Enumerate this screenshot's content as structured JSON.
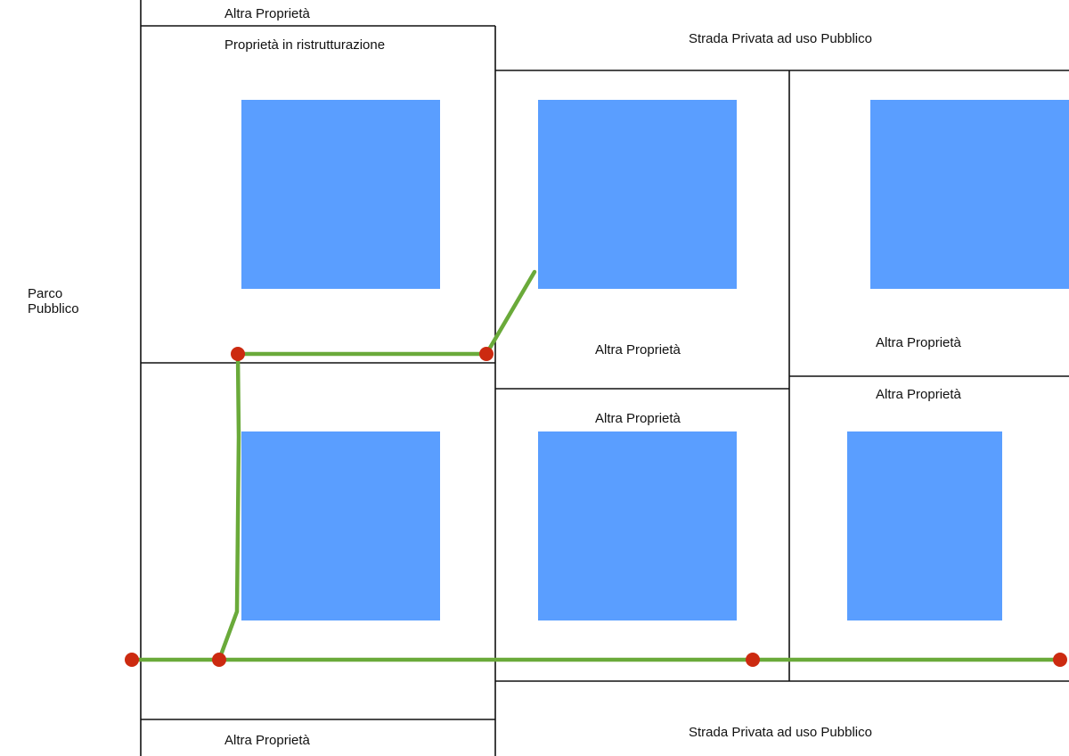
{
  "colors": {
    "background": "#ffffff",
    "border": "#111111",
    "building": "#5a9eff",
    "path": "#6aaa3a",
    "node": "#cc2a10"
  },
  "labels": {
    "park": "Parco\nPubblico",
    "top_other": "Altra Proprietà",
    "renovation": "Proprietà in ristrutturazione",
    "road_top": "Strada Privata ad uso Pubblico",
    "mid_center_top": "Altra Proprietà",
    "mid_right_top": "Altra Proprietà",
    "mid_center_bottom": "Altra Proprietà",
    "mid_right_bottom": "Altra Proprietà",
    "bottom_other": "Altra Proprietà",
    "road_bottom": "Strada Privata ad uso Pubblico"
  }
}
